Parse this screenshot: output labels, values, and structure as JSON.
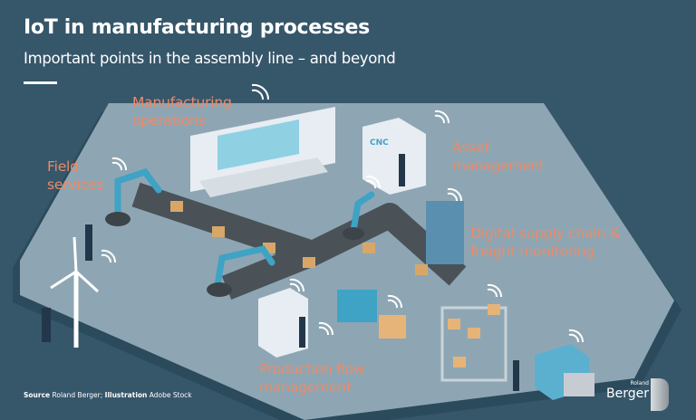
{
  "header": {
    "title": "IoT in manufacturing processes",
    "subtitle": "Important points in the assembly line – and beyond"
  },
  "labels": {
    "manufacturing_operations": [
      "Manufacturing",
      "operations"
    ],
    "field_services": [
      "Field",
      "services"
    ],
    "asset_management": [
      "Asset",
      "management"
    ],
    "digital_supply_chain": [
      "Digital supply chain &",
      "freight monitoring"
    ],
    "production_flow": [
      "Production flow",
      "management"
    ]
  },
  "machine_text": "CNC",
  "footer": {
    "source_label": "Source",
    "source_text": "Roland Berger;",
    "illustration_label": "Illustration",
    "illustration_text": "Adobe Stock"
  },
  "logo": {
    "line1": "Roland",
    "line2": "Berger"
  },
  "colors": {
    "background": "#36566a",
    "label": "#ee8a68",
    "platform": "#8ea6b3",
    "platform_edge": "#2b4a5c",
    "conveyor": "#4a5257",
    "robot": "#3ea3c4"
  }
}
